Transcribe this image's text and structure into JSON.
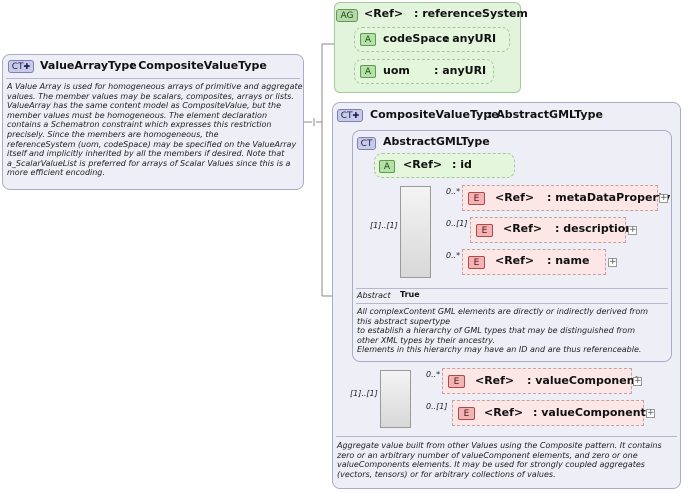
{
  "badges": {
    "ct": "CT",
    "ag": "AG",
    "a": "A",
    "e": "E"
  },
  "left_type": {
    "name": "ValueArrayType",
    "base": ": CompositeValueType",
    "doc": [
      "A Value Array is used for homogeneous arrays of primitive and aggregate",
      "values.  The member values may be scalars, composites, arrays or lists.",
      "ValueArray has the same content model as CompositeValue, but the",
      "member values must be homogeneous.  The element declaration",
      "contains a Schematron constraint which expresses this restriction",
      "precisely.          Since the members are homogeneous, the",
      "referenceSystem (uom, codeSpace) may be specified on the ValueArray",
      "itself and implicitly inherited by all the members if desired.    Note that",
      "a_ScalarValueList is preferred for arrays of Scalar Values since this is a",
      "more efficient encoding."
    ]
  },
  "attribute_group": {
    "ref": "<Ref>",
    "name": ": referenceSystem",
    "attributes": [
      {
        "name": "codeSpace",
        "type": ": anyURI"
      },
      {
        "name": "uom",
        "type": ": anyURI"
      }
    ]
  },
  "composite": {
    "name": "CompositeValueType",
    "base": ": AbstractGMLType",
    "abstract_gml": {
      "name": "AbstractGMLType",
      "id_ref": "<Ref>",
      "id_name": ": id",
      "sequence_mult": "[1]..[1]",
      "elements": [
        {
          "mult": "0..*",
          "ref": "<Ref>",
          "name": ": metaDataProperty"
        },
        {
          "mult": "0..[1]",
          "ref": "<Ref>",
          "name": ": description"
        },
        {
          "mult": "0..*",
          "ref": "<Ref>",
          "name": ": name"
        }
      ],
      "abstract_label": "Abstract",
      "abstract_value": "True",
      "doc": [
        "All complexContent GML elements are directly or indirectly derived from",
        "this abstract supertype",
        "to establish a hierarchy of GML types that may be distinguished from",
        "other XML types by their ancestry.",
        "Elements in this hierarchy may have an ID and are thus referenceable."
      ]
    },
    "sequence_mult": "[1]..[1]",
    "elements": [
      {
        "mult": "0..*",
        "ref": "<Ref>",
        "name": ": valueComponent"
      },
      {
        "mult": "0..[1]",
        "ref": "<Ref>",
        "name": ": valueComponents"
      }
    ],
    "doc": [
      "Aggregate value built from other Values using the Composite pattern. It contains",
      "zero or an arbitrary number of valueComponent elements, and zero or one",
      "valueComponents elements.  It may be used for strongly coupled aggregates",
      "(vectors, tensors) or for arbitrary collections of values."
    ]
  }
}
